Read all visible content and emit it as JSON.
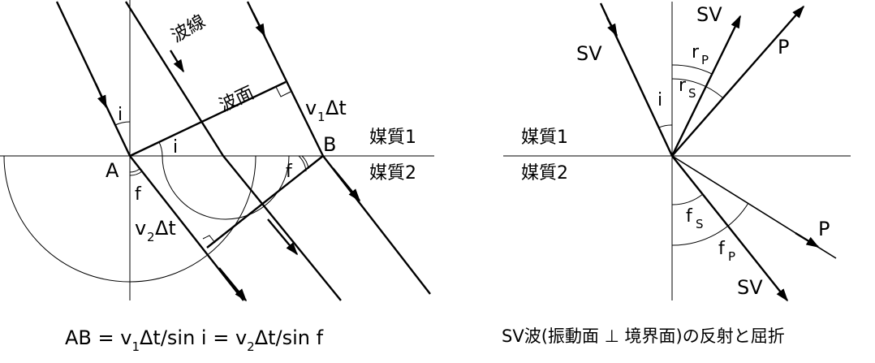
{
  "left_diagram": {
    "label_ray": "波線",
    "label_wavefront": "波面",
    "label_v1dt_main": "v",
    "label_v1dt_sub": "1",
    "label_v1dt_tail": "Δt",
    "label_v2dt_main": "v",
    "label_v2dt_sub": "2",
    "label_v2dt_tail": "Δt",
    "label_medium1": "媒質1",
    "label_medium2": "媒質2",
    "point_a": "A",
    "point_b": "B",
    "angle_i": "i",
    "angle_i2": "i",
    "angle_f": "f",
    "angle_f2": "f",
    "formula": {
      "p1": "AB = v",
      "s1": "1",
      "p2": "Δt/sin i = v",
      "s2": "2",
      "p3": "Δt/sin f"
    }
  },
  "right_diagram": {
    "label_sv_in": "SV",
    "label_sv_refl": "SV",
    "label_p_refl": "P",
    "label_p_refr": "P",
    "label_sv_refr": "SV",
    "label_medium1": "媒質1",
    "label_medium2": "媒質2",
    "angle_i": "i",
    "angle_rp_main": "r",
    "angle_rp_sub": "P",
    "angle_rs_main": "r",
    "angle_rs_sub": "S",
    "angle_fs_main": "f",
    "angle_fs_sub": "S",
    "angle_fp_main": "f",
    "angle_fp_sub": "P",
    "caption": "SV波(振動面 ⊥ 境界面)の反射と屈折"
  }
}
